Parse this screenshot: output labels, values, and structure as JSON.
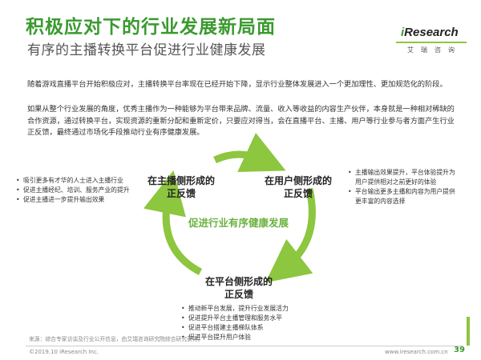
{
  "header": {
    "title": "积极应对下的行业发展新局面",
    "subtitle": "有序的主播转换平台促进行业健康发展"
  },
  "logo": {
    "brand_i": "i",
    "brand_rest": "Research",
    "chinese": "艾瑞咨询"
  },
  "body": {
    "paragraph1": "随着游戏直播平台开始积极应对，主播转换平台率现在已经开始下降，显示行业整体发展进入一个更加理性、更加规范化的阶段。",
    "paragraph2": "如果从整个行业发展的角度，优秀主播作为一种能够为平台带来品牌、流量、收入等收益的内容生产伙伴，本身就是一种相对稀缺的合作资源，通过转换平台，实现资源的重新分配和重新定价，只要应对得当，会在直播平台、主播、用户等行业参与者方面产生行业正反馈，最终通过市场化手段推动行业有序健康发展。"
  },
  "diagram": {
    "center": "促进行业有序健康发展",
    "nodes": {
      "streamer": {
        "heading_line1": "在主播侧形成的",
        "heading_line2": "正反馈",
        "bullets": [
          "吸引更多有才华的人士进入主播行业",
          "促进主播经纪、培训、服务产业的提升",
          "促进主播进一步提升输出效果"
        ]
      },
      "user": {
        "heading_line1": "在用户侧形成的",
        "heading_line2": "正反馈",
        "bullets": [
          "主播输出效果提升，平台体验提升为用户提供相对之前更好的体验",
          "平台输出更多主播和内容为用户提供更丰富的内容选择"
        ]
      },
      "platform": {
        "heading_line1": "在平台侧形成的",
        "heading_line2": "正反馈",
        "bullets": [
          "推动新平台发展，提升行业发展活力",
          "促进提升平台主播管理和服务水平",
          "促进平台搭建主播梯队体系",
          "促进平台提升用户体验"
        ]
      }
    },
    "colors": {
      "arrow": "#8dc63f",
      "accent": "#6ab23e"
    }
  },
  "footer": {
    "source": "来源：综合专家访谈及行业公开信息，由艾瑞咨询研究院综合研究获得。",
    "copyright": "©2019.10 iResearch Inc.",
    "site": "www.iresearch.com.cn",
    "page": "39"
  }
}
